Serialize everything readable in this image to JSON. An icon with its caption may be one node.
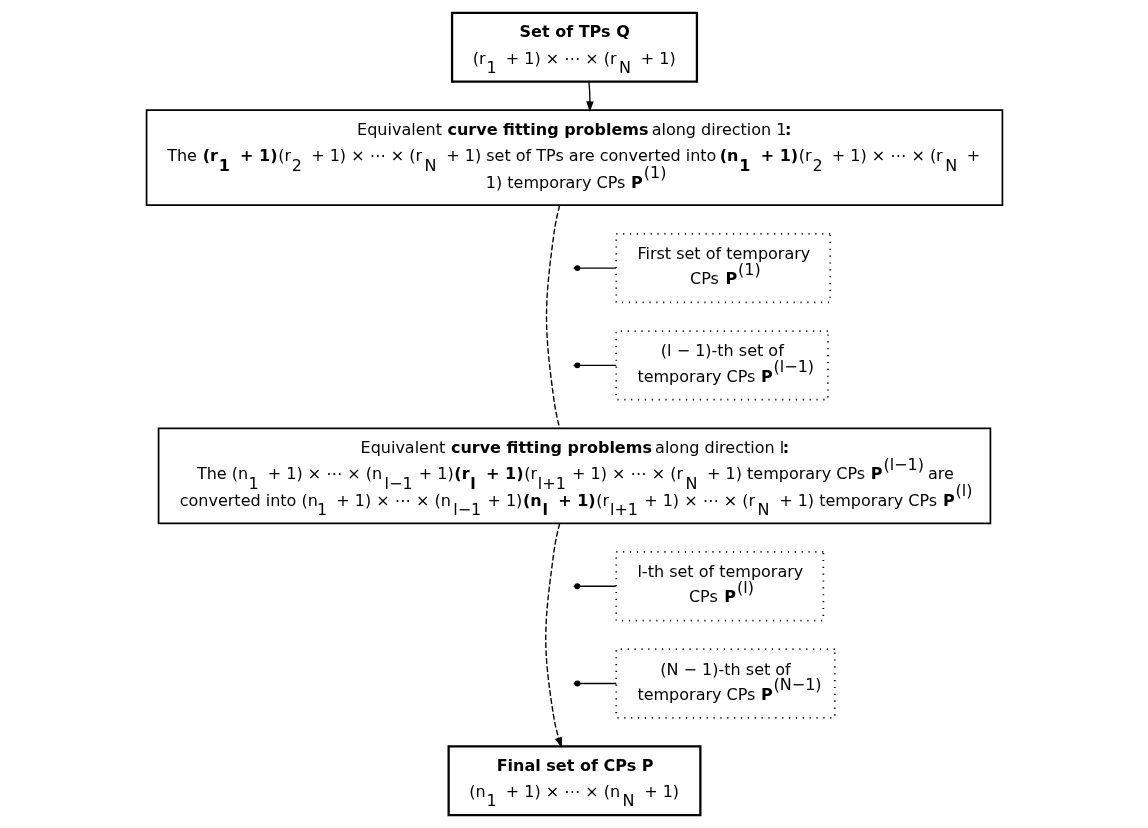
{
  "diagram": {
    "nodes": [
      {
        "text": [
          "Set of TPs Q",
          "(r$_{1}$ + 1) × ⋯ × (r$_{N}$ + 1)"
        ]
      },
      {
        "text": [
          "Equivalent **curve fitting problems** along direction 1**:**",
          "The **(r$_{1}$ + 1)**(r$_{2}$ + 1) × ⋯ × (r$_{N}$ + 1) set of TPs are converted into **(n$_{1}$ + 1)**(r$_{2}$ + 1) × ⋯ × (r$_{N}$ + 1) temporary CPs **P**$^{(1)}$"
        ]
      },
      {
        "text": [
          "First set of temporary CPs **P**$^{(1)}$"
        ]
      },
      {
        "text": [
          "(l − 1)-th set of temporary CPs **P**$^{(l−1)}$"
        ]
      },
      {
        "text": [
          "Equivalent **curve fitting problems** along direction l**:**",
          "The (n$_{1}$ + 1) × ⋯ × (n$_{l−1}$ + 1)**(r$_{l}$ + 1)**(r$_{l+1}$ + 1) × ⋯ × (r$_{N}$ + 1) temporary CPs **P**$^{(l−1)}$ are converted into (n$_{1}$ + 1) × ⋯ × (n$_{l−1}$ + 1)**(n$_{l}$ + 1)**(r$_{l+1}$ + 1) × ⋯ × (r$_{N}$ + 1) temporary CPs **P**$^{(l)}$"
        ]
      },
      {
        "text": [
          "l-th set of temporary CPs **P**$^{(l)}$"
        ]
      },
      {
        "text": [
          "(N − 1)-th set of temporary CPs **P**$^{(N−1)}$"
        ]
      },
      {
        "text": [
          "Final set of CPs P",
          "(n$_{1}$ + 1) × ⋯ × (n$_{N}$ + 1)"
        ]
      }
    ],
    "edges": [
      {
        "from": 0,
        "to": 1,
        "arrow": "to"
      },
      {
        "from": 1,
        "to": 4,
        "arrow": "none",
        "style": "dashed"
      },
      {
        "from": 2,
        "to": null,
        "arrow": "other"
      },
      {
        "from": 3,
        "to": null,
        "arrow": "other"
      },
      {
        "from": 4,
        "to": 7,
        "arrow": "to",
        "style": "dashed"
      },
      {
        "from": 5,
        "to": null,
        "arrow": "other"
      },
      {
        "from": 6,
        "to": null,
        "arrow": "other"
      }
    ]
  }
}
